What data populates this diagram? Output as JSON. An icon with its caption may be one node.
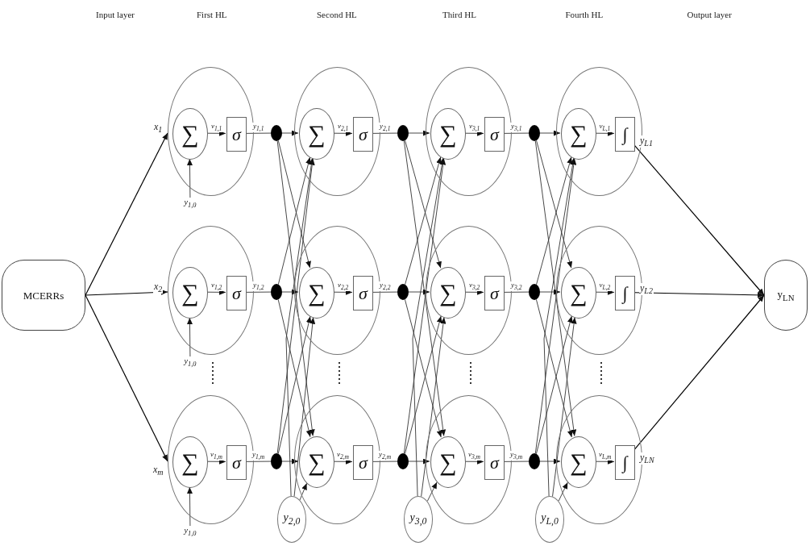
{
  "diagram": {
    "nodes": [
      {
        "text": [
          "MCERRs"
        ]
      },
      {
        "text": [
          "y$_{LN}$"
        ]
      },
      {
        "text": [],
        "shape": "ellipse"
      },
      {
        "text": [
          "∑"
        ],
        "in": 2
      },
      {
        "text": [
          "σ"
        ],
        "in": 2
      },
      {
        "text": [],
        "shape": "ellipse"
      },
      {
        "text": [
          "∑"
        ],
        "in": 5
      },
      {
        "text": [
          "σ"
        ],
        "in": 5
      },
      {
        "text": [],
        "shape": "ellipse"
      },
      {
        "text": [
          "∑"
        ],
        "in": 8
      },
      {
        "text": [
          "σ"
        ],
        "in": 8
      },
      {
        "text": [
          "y$_{1,0}$"
        ]
      },
      {
        "text": [
          "y$_{1,0}$"
        ]
      },
      {
        "text": [
          "y$_{1,0}$"
        ]
      },
      {
        "text": [],
        "shape": "dot"
      },
      {
        "text": [],
        "shape": "dot"
      },
      {
        "text": [],
        "shape": "dot"
      },
      {
        "text": [],
        "shape": "ellipse"
      },
      {
        "text": [
          "∑"
        ],
        "in": 17
      },
      {
        "text": [
          "σ"
        ],
        "in": 17
      },
      {
        "text": [],
        "shape": "ellipse"
      },
      {
        "text": [
          "∑"
        ],
        "in": 20
      },
      {
        "text": [
          "σ"
        ],
        "in": 20
      },
      {
        "text": [],
        "shape": "ellipse"
      },
      {
        "text": [
          "∑"
        ],
        "in": 23
      },
      {
        "text": [
          "σ"
        ],
        "in": 23
      },
      {
        "text": [
          "y$_{2,0}$"
        ]
      },
      {
        "text": [],
        "shape": "dot"
      },
      {
        "text": [],
        "shape": "dot"
      },
      {
        "text": [],
        "shape": "dot"
      },
      {
        "text": [],
        "shape": "ellipse"
      },
      {
        "text": [
          "∑"
        ],
        "in": 30
      },
      {
        "text": [
          "σ"
        ],
        "in": 30
      },
      {
        "text": [],
        "shape": "ellipse"
      },
      {
        "text": [
          "∑"
        ],
        "in": 33
      },
      {
        "text": [
          "σ"
        ],
        "in": 33
      },
      {
        "text": [],
        "shape": "ellipse"
      },
      {
        "text": [
          "∑"
        ],
        "in": 36
      },
      {
        "text": [
          "σ"
        ],
        "in": 36
      },
      {
        "text": [
          "y$_{3,0}$"
        ]
      },
      {
        "text": [],
        "shape": "dot"
      },
      {
        "text": [],
        "shape": "dot"
      },
      {
        "text": [],
        "shape": "dot"
      },
      {
        "text": [],
        "shape": "ellipse"
      },
      {
        "text": [
          "∑"
        ],
        "in": 43
      },
      {
        "text": [
          "∫"
        ],
        "in": 43
      },
      {
        "text": [],
        "shape": "ellipse"
      },
      {
        "text": [
          "∑"
        ],
        "in": 46
      },
      {
        "text": [
          "∫"
        ],
        "in": 46
      },
      {
        "text": [],
        "shape": "ellipse"
      },
      {
        "text": [
          "∑"
        ],
        "in": 49
      },
      {
        "text": [
          "∫"
        ],
        "in": 49
      },
      {
        "text": [
          "y$_{L,0}$"
        ]
      }
    ],
    "edges": [
      {
        "from": 0,
        "to": 2,
        "arrow": "to",
        "label": "x$_{1}$"
      },
      {
        "from": 0,
        "to": 5,
        "arrow": "to",
        "label": "x$_{2}$"
      },
      {
        "from": 0,
        "to": 8,
        "arrow": "to",
        "label": "x$_{m}$"
      },
      {
        "from": 11,
        "to": 3,
        "arrow": "to"
      },
      {
        "from": 12,
        "to": 6,
        "arrow": "to"
      },
      {
        "from": 13,
        "to": 9,
        "arrow": "to"
      },
      {
        "from": 3,
        "to": 4,
        "arrow": "to",
        "label": "v$_{1,1}$"
      },
      {
        "from": 6,
        "to": 7,
        "arrow": "to",
        "label": "v$_{1,2}$"
      },
      {
        "from": 9,
        "to": 10,
        "arrow": "to",
        "label": "v$_{1,m}$"
      },
      {
        "from": 18,
        "to": 19,
        "arrow": "to",
        "label": "v$_{2,1}$"
      },
      {
        "from": 21,
        "to": 22,
        "arrow": "to",
        "label": "v$_{2,2}$"
      },
      {
        "from": 24,
        "to": 25,
        "arrow": "to",
        "label": "v$_{2,m}$"
      },
      {
        "from": 31,
        "to": 32,
        "arrow": "to",
        "label": "v$_{3,1}$"
      },
      {
        "from": 34,
        "to": 35,
        "arrow": "to",
        "label": "v$_{3,2}$"
      },
      {
        "from": 37,
        "to": 38,
        "arrow": "to",
        "label": "v$_{3,m}$"
      },
      {
        "from": 44,
        "to": 45,
        "arrow": "to",
        "label": "v$_{L,1}$"
      },
      {
        "from": 47,
        "to": 48,
        "arrow": "to",
        "label": "v$_{L,2}$"
      },
      {
        "from": 50,
        "to": 51,
        "arrow": "to",
        "label": "v$_{L,m}$"
      },
      {
        "from": 4,
        "to": 14,
        "arrow": "none",
        "label": "y$_{1,1}$"
      },
      {
        "from": 7,
        "to": 15,
        "arrow": "none",
        "label": "y$_{1,2}$"
      },
      {
        "from": 10,
        "to": 16,
        "arrow": "none",
        "label": "y$_{1,m}$"
      },
      {
        "from": 19,
        "to": 27,
        "arrow": "none",
        "label": "y$_{2,1}$"
      },
      {
        "from": 22,
        "to": 28,
        "arrow": "none",
        "label": "y$_{2,2}$"
      },
      {
        "from": 25,
        "to": 29,
        "arrow": "none",
        "label": "y$_{2,m}$"
      },
      {
        "from": 32,
        "to": 40,
        "arrow": "none",
        "label": "y$_{3,1}$"
      },
      {
        "from": 35,
        "to": 41,
        "arrow": "none",
        "label": "y$_{3,2}$"
      },
      {
        "from": 38,
        "to": 42,
        "arrow": "none",
        "label": "y$_{3,m}$"
      },
      {
        "from": 45,
        "to": 1,
        "arrow": "to",
        "label": "y$_{L1}$"
      },
      {
        "from": 48,
        "to": 1,
        "arrow": "to",
        "label": "y$_{L2}$"
      },
      {
        "from": 51,
        "to": 1,
        "arrow": "to",
        "label": "y$_{LN}$"
      },
      {
        "from": 14,
        "to": 18,
        "arrow": "to"
      },
      {
        "from": 14,
        "to": 21,
        "arrow": "to"
      },
      {
        "from": 14,
        "to": 24,
        "arrow": "to"
      },
      {
        "from": 15,
        "to": 18,
        "arrow": "to"
      },
      {
        "from": 15,
        "to": 21,
        "arrow": "to"
      },
      {
        "from": 15,
        "to": 24,
        "arrow": "to"
      },
      {
        "from": 16,
        "to": 18,
        "arrow": "to"
      },
      {
        "from": 16,
        "to": 21,
        "arrow": "to"
      },
      {
        "from": 16,
        "to": 24,
        "arrow": "to"
      },
      {
        "from": 27,
        "to": 31,
        "arrow": "to"
      },
      {
        "from": 27,
        "to": 34,
        "arrow": "to"
      },
      {
        "from": 27,
        "to": 37,
        "arrow": "to"
      },
      {
        "from": 28,
        "to": 31,
        "arrow": "to"
      },
      {
        "from": 28,
        "to": 34,
        "arrow": "to"
      },
      {
        "from": 28,
        "to": 37,
        "arrow": "to"
      },
      {
        "from": 29,
        "to": 31,
        "arrow": "to"
      },
      {
        "from": 29,
        "to": 34,
        "arrow": "to"
      },
      {
        "from": 29,
        "to": 37,
        "arrow": "to"
      },
      {
        "from": 40,
        "to": 44,
        "arrow": "to"
      },
      {
        "from": 40,
        "to": 47,
        "arrow": "to"
      },
      {
        "from": 40,
        "to": 50,
        "arrow": "to"
      },
      {
        "from": 41,
        "to": 44,
        "arrow": "to"
      },
      {
        "from": 41,
        "to": 47,
        "arrow": "to"
      },
      {
        "from": 41,
        "to": 50,
        "arrow": "to"
      },
      {
        "from": 42,
        "to": 44,
        "arrow": "to"
      },
      {
        "from": 42,
        "to": 47,
        "arrow": "to"
      },
      {
        "from": 42,
        "to": 50,
        "arrow": "to"
      },
      {
        "from": 26,
        "to": 18,
        "arrow": "to"
      },
      {
        "from": 26,
        "to": 21,
        "arrow": "to"
      },
      {
        "from": 26,
        "to": 24,
        "arrow": "to"
      },
      {
        "from": 39,
        "to": 31,
        "arrow": "to"
      },
      {
        "from": 39,
        "to": 34,
        "arrow": "to"
      },
      {
        "from": 39,
        "to": 37,
        "arrow": "to"
      },
      {
        "from": 52,
        "to": 44,
        "arrow": "to"
      },
      {
        "from": 52,
        "to": 47,
        "arrow": "to"
      },
      {
        "from": 52,
        "to": 50,
        "arrow": "to"
      }
    ],
    "labels": [
      "Input layer",
      "First HL",
      "Second HL",
      "Third HL",
      "Fourth HL",
      "Output layer"
    ]
  }
}
